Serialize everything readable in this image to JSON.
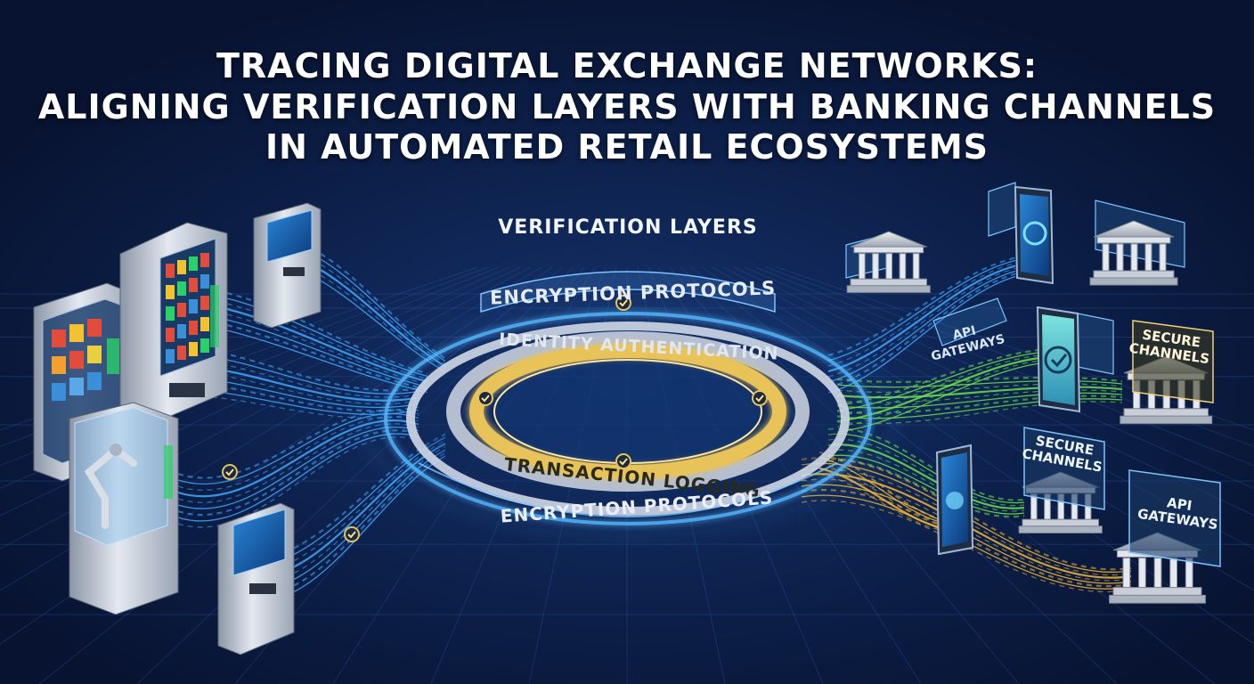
{
  "title": {
    "line1": "TRACING DIGITAL EXCHANGE NETWORKS:",
    "line2": "ALIGNING VERIFICATION LAYERS WITH BANKING CHANNELS",
    "line3": "IN AUTOMATED RETAIL ECOSYSTEMS"
  },
  "hub": {
    "heading": "VERIFICATION LAYERS",
    "layers": [
      "ENCRYPTION PROTOCOLS",
      "IDENTITY AUTHENTICATION",
      "TRANSACTION LOGGING",
      "ENCRYPTION PROTOCOLS"
    ]
  },
  "signs": {
    "api_top": "API\nGATEWAYS",
    "secure_top": "SECURE\nCHANNELS",
    "secure_mid": "SECURE\nCHANNELS",
    "api_bottom": "API\nGATEWAYS"
  },
  "colors": {
    "background": "#0a1838",
    "flow_blue": "#3fa9ff",
    "flow_green": "#6be04a",
    "flow_gold": "#f2b632",
    "ring_gold": "#e8c35a",
    "ring_silver": "#c9d3e2"
  }
}
